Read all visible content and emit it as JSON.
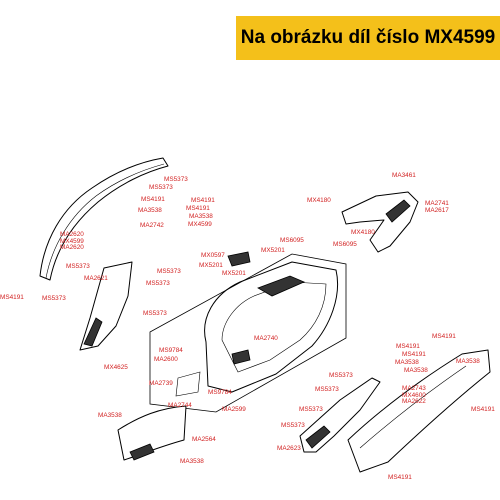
{
  "banner": {
    "text": "Na obrázku díl číslo MX4599",
    "color": "#f4c01a"
  },
  "label_color": "#d22222",
  "parts": {
    "p01": "MS5373",
    "p02": "MS5373",
    "p03": "MS4191",
    "p04": "MS4191",
    "p05": "MS4191",
    "p06": "MA3538",
    "p07": "MA3538",
    "p08": "MA2742",
    "p09": "MX4599",
    "p10": "MA2620",
    "p11": "MS5373",
    "p12": "MA2621",
    "p13": "MS4191",
    "p14": "MS5373",
    "p15": "MS5373",
    "p16": "MS5373",
    "p17": "MS5373",
    "p18": "MX0597",
    "p19": "MX5201",
    "p20": "MX5201",
    "p21": "MX5201",
    "p22": "MS6095",
    "p23": "MS6095",
    "p24": "MA3461",
    "p25": "MX4180",
    "p26": "MA2741",
    "p27": "MA2617",
    "p28": "MX4180",
    "p29": "MS9784",
    "p30": "MA2600",
    "p31": "MX4625",
    "p32": "MA2740",
    "p33": "MA2739",
    "p34": "MS9784",
    "p35": "MA2744",
    "p36": "MA2599",
    "p37": "MA3538",
    "p38": "MA2564",
    "p39": "MA3538",
    "p40": "MS4191",
    "p41": "MS4191",
    "p42": "MS4191",
    "p43": "MA3538",
    "p44": "MA3538",
    "p45": "MA3538",
    "p46": "MS5373",
    "p47": "MS5373",
    "p48": "MS5373",
    "p49": "MS5373",
    "p50": "MA2623",
    "p51": "MA2743",
    "p52": "MX4600",
    "p53": "MA2622",
    "p54": "MS4191",
    "p55": "MS4191"
  }
}
